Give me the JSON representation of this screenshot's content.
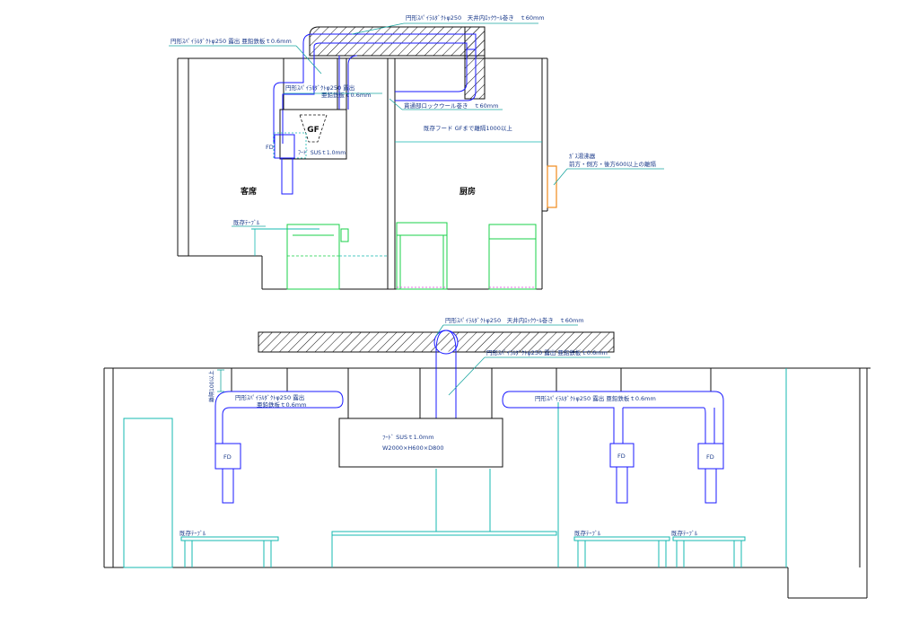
{
  "section1": {
    "ceiling_duct_label": "円形ｽﾊﾟｲﾗﾙﾀﾞｸﾄφ250　天井内ﾛｯｸｳｰﾙ巻き　ｔ60mm",
    "exposed_duct_label": "円形ｽﾊﾟｲﾗﾙﾀﾞｸﾄφ250 露出 亜鉛鉄板ｔ0.6mm",
    "inner_duct_label_1": "円形ｽﾊﾟｲﾗﾙﾀﾞｸﾄφ250 露出",
    "inner_duct_label_2": "亜鉛鉄板ｔ0.6mm",
    "passage_label": "貫通部ロックウール巻き　ｔ60mm",
    "gf_label": "GF",
    "fd_label": "FD",
    "hood_label": "ﾌｰﾄﾞ SUSｔ1.0mm",
    "existing_hood_note": "既存フード GFまで離隔1000以上",
    "gas_heater_label_1": "ｶﾞｽ湯沸器",
    "gas_heater_label_2": "前方・側方・後方600以上の離隔",
    "room_guest": "客席",
    "room_kitchen": "厨房",
    "existing_table": "既存ﾃｰﾌﾞﾙ"
  },
  "section2": {
    "ceiling_duct_label": "円形ｽﾊﾟｲﾗﾙﾀﾞｸﾄφ250　天井内ﾛｯｸｳｰﾙ巻き　ｔ60mm",
    "riser_label": "円形ｽﾊﾟｲﾗﾙﾀﾞｸﾄφ250 露出 亜鉛鉄板ｔ0.6mm",
    "left_duct_label_1": "円形ｽﾊﾟｲﾗﾙﾀﾞｸﾄφ250 露出",
    "left_duct_label_2": "亜鉛鉄板ｔ0.6mm",
    "right_duct_label": "円形ｽﾊﾟｲﾗﾙﾀﾞｸﾄφ250 露出 亜鉛鉄板ｔ0.6mm",
    "clearance_label": "離隔100以上",
    "hood_label": "ﾌｰﾄﾞ SUSｔ1.0mm",
    "hood_size": "W2000×H600×D800",
    "fd_label": "FD",
    "existing_table": "既存ﾃｰﾌﾞﾙ"
  },
  "colors": {
    "duct": "#1a1aff",
    "wall": "#111111",
    "annotation": "#1a3a8a",
    "leader": "#1aa6a0",
    "equipment": "#19d04a",
    "gas_heater": "#f08a1c",
    "furniture": "#14b8b0"
  }
}
